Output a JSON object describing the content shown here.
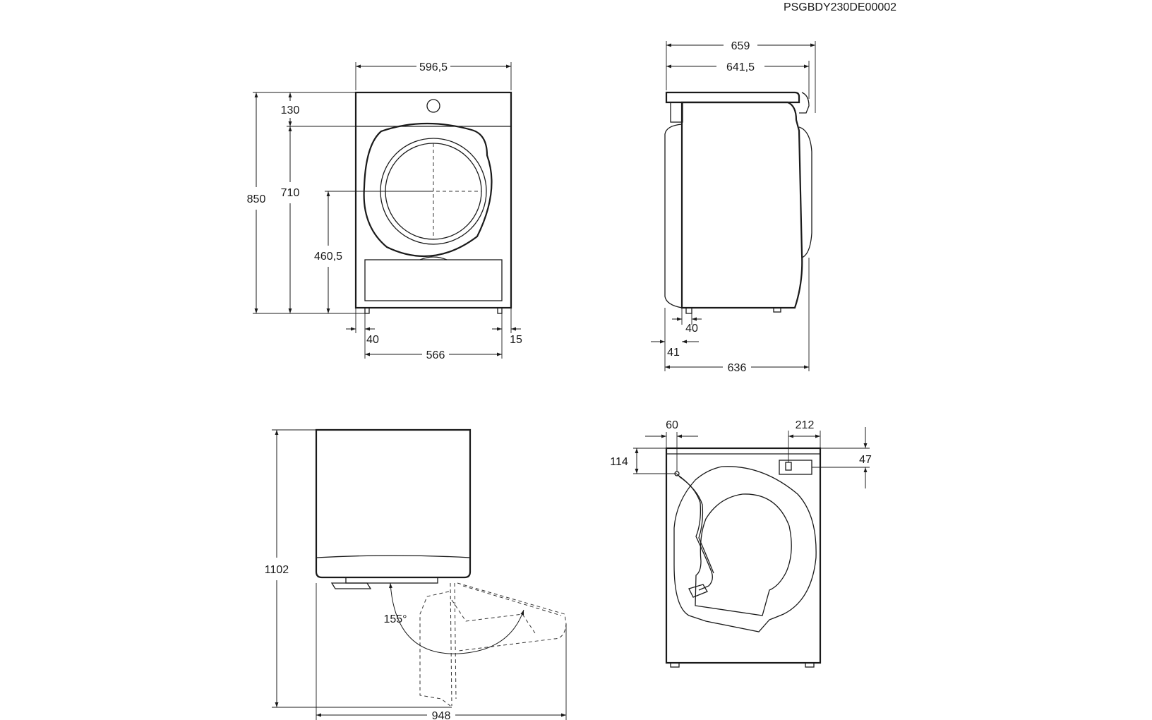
{
  "reference_code": "PSGBDY230DE00002",
  "front_view": {
    "width_total": "596,5",
    "height_top_panel": "130",
    "height_total": "850",
    "height_door_top": "710",
    "height_door_center": "460,5",
    "foot_inset_left": "40",
    "foot_inset_right": "15",
    "foot_spacing": "566"
  },
  "side_view": {
    "depth_total": "659",
    "depth_body": "641,5",
    "foot_offset": "40",
    "back_offset": "41",
    "depth_base": "636"
  },
  "door_view": {
    "height_total": "1102",
    "width_open": "948",
    "door_angle": "155°"
  },
  "rear_view": {
    "hose_offset_x": "60",
    "hose_offset_y": "114",
    "inlet_offset_x": "212",
    "inlet_offset_y": "47"
  }
}
